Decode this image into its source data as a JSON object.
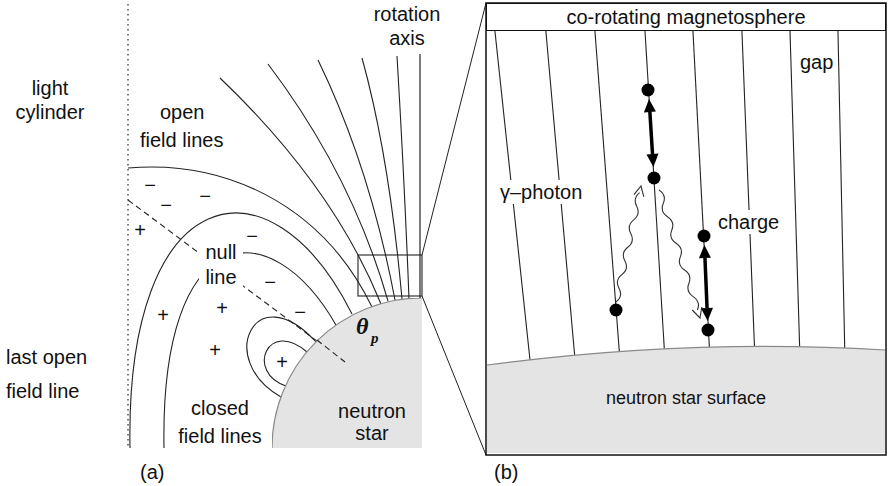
{
  "diagram": {
    "nodes": [
      {
        "text": [
          "neutron star"
        ]
      },
      {
        "text": [
          "co-rotating magnetosphere"
        ]
      },
      {
        "text": [
          "neutron star surface"
        ]
      }
    ],
    "labels": [
      "rotation axis",
      "light cylinder",
      "open field lines",
      "null line",
      "last open field line",
      "closed field lines",
      "θ",
      "p",
      "−",
      "−",
      "−",
      "+",
      "−",
      "−",
      "+",
      "−",
      "+",
      "+",
      "+",
      "γ–photon",
      "charge",
      "gap",
      "(a)",
      "(b)"
    ]
  }
}
